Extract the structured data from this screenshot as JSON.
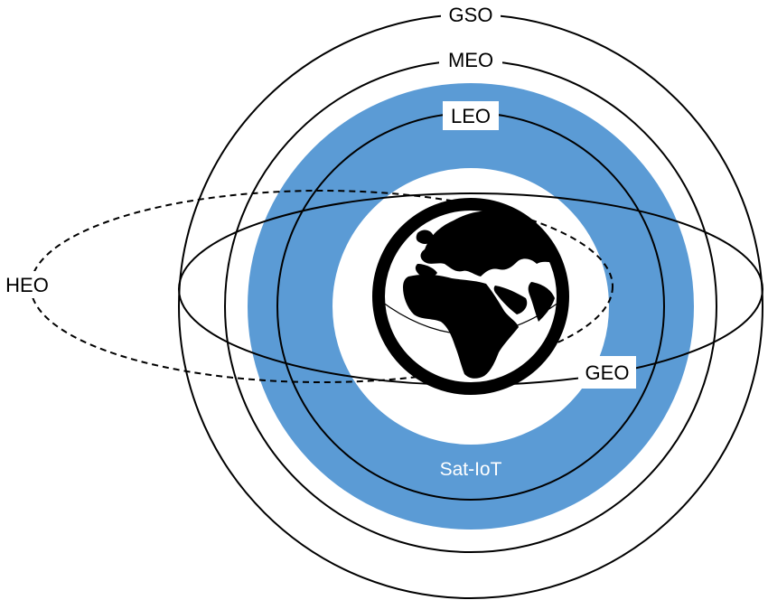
{
  "orbits": {
    "gso": "GSO",
    "meo": "MEO",
    "leo": "LEO",
    "geo": "GEO",
    "heo": "HEO"
  },
  "band": {
    "label": "Sat-IoT",
    "color": "#5b9bd5"
  },
  "icons": {
    "earth": "earth-globe-icon"
  }
}
